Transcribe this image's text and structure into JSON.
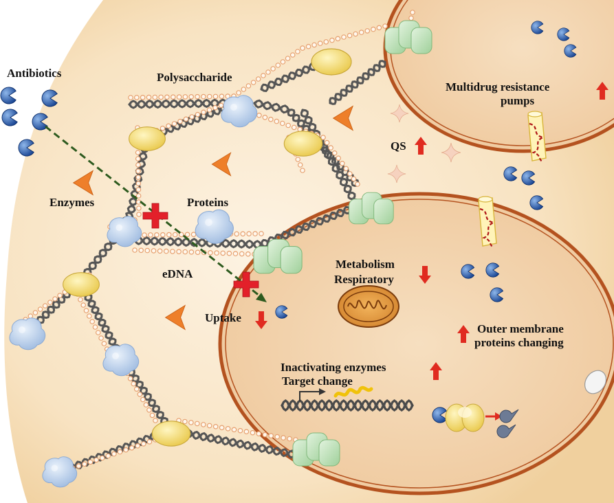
{
  "labels": {
    "antibiotics": "Antibiotics",
    "polysaccharide": "Polysaccharide",
    "enzymes": "Enzymes",
    "proteins": "Proteins",
    "edna": "eDNA",
    "uptake": "Uptake",
    "qs": "QS",
    "mdr_line1": "Multidrug resistance",
    "mdr_line2": "pumps",
    "metabolism": "Metabolism",
    "respiratory": "Respiratory",
    "outer_line1": "Outer membrane",
    "outer_line2": "proteins changing",
    "inactivating": "Inactivating enzymes",
    "target_change": "Target change"
  },
  "trends": {
    "mdr_pumps": "up",
    "qs": "up",
    "metabolism_respiratory": "down",
    "uptake": "down",
    "outer_membrane_proteins": "up",
    "inactivating_enzymes_target_change": "up"
  },
  "colors": {
    "background_gradient_center": "#fdf3e3",
    "background_gradient_edge": "#f3d6a8",
    "cell_fill": "#f2d3ad",
    "cell_border": "#b4521f",
    "dna_strand": "#555555",
    "polysaccharide_bead": "#e6a070",
    "trend_arrow": "#e02b20",
    "block_cross": "#e3202a",
    "diffusion_arrow": "#2d5a1e",
    "antibiotic_blue": "#1f4fa0",
    "protein_blob": "#b6cdea",
    "yellow_ellipse": "#f4db6a",
    "green_complex": "#b9dfb5",
    "orange_chevron": "#ee7f2a"
  },
  "icons": {
    "antibiotic": "antibiotic-pacman-icon",
    "protein": "protein-blob-icon",
    "enzyme": "enzyme-chevron-icon",
    "qs_signal": "qs-star-icon",
    "efflux_pump": "efflux-pump-icon",
    "mitochondrion": "mitochondrion-icon",
    "block": "block-cross-icon"
  }
}
